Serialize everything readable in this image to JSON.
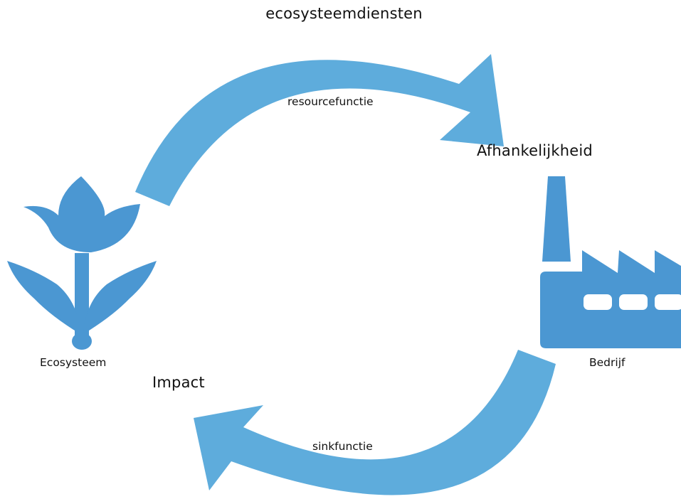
{
  "title": "ecosysteemdiensten",
  "top_arrow": {
    "label": "resourcefunctie"
  },
  "bottom_arrow": {
    "label": "sinkfunctie"
  },
  "dependency_label": "Afhankelijkheid",
  "impact_label": "Impact",
  "nodes": {
    "ecosystem": {
      "label": "Ecosysteem",
      "icon": "tulip-icon"
    },
    "company": {
      "label": "Bedrijf",
      "icon": "factory-icon"
    }
  },
  "colors": {
    "arrow": "#5eacdc",
    "icon": "#4b97d2",
    "text": "#111111",
    "background": "#ffffff"
  }
}
